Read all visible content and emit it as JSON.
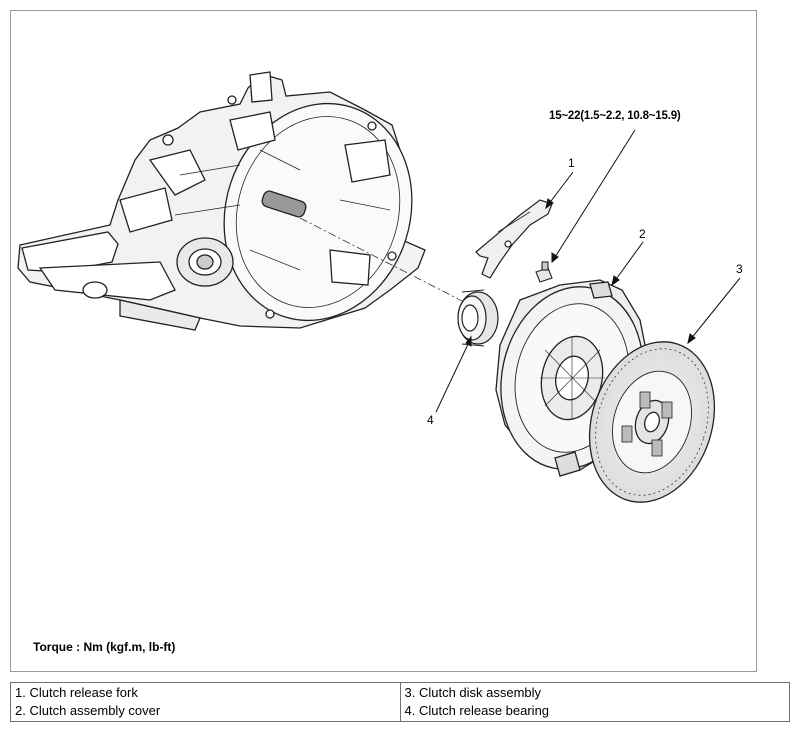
{
  "torque_spec": "15~22(1.5~2.2, 10.8~15.9)",
  "callouts": [
    "1",
    "2",
    "3",
    "4"
  ],
  "torque_note": "Torque : Nm (kgf.m, lb-ft)",
  "legend": {
    "left": [
      "1. Clutch release fork",
      "2. Clutch assembly cover"
    ],
    "right": [
      "3. Clutch disk assembly",
      "4. Clutch release bearing"
    ]
  }
}
